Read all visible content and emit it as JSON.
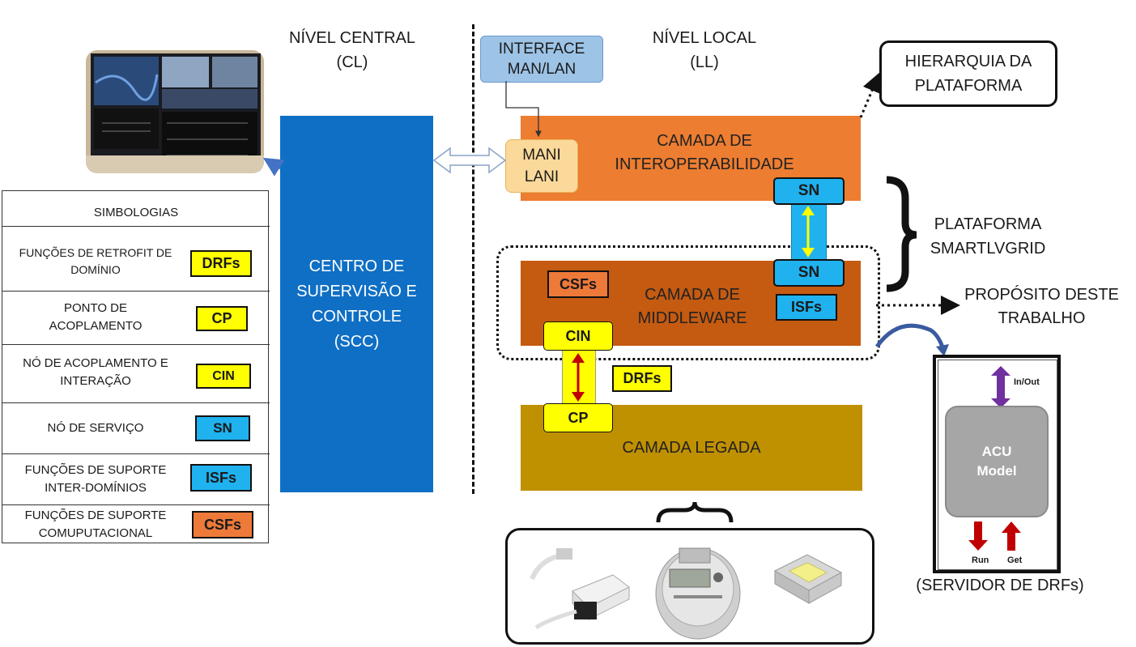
{
  "headers": {
    "central_line1": "NÍVEL CENTRAL",
    "central_line2": "(CL)",
    "local_line1": "NÍVEL LOCAL",
    "local_line2": "(LL)"
  },
  "interface_box": {
    "line1": "INTERFACE",
    "line2": "MAN/LAN"
  },
  "mani_box": {
    "line1": "MANI",
    "line2": "LANI"
  },
  "scc": {
    "line1": "CENTRO DE",
    "line2": "SUPERVISÃO E",
    "line3": "CONTROLE",
    "line4": "(SCC)"
  },
  "layers": {
    "interop_line1": "CAMADA DE",
    "interop_line2": "INTEROPERABILIDADE",
    "middleware_line1": "CAMADA DE",
    "middleware_line2": "MIDDLEWARE",
    "legacy": "CAMADA LEGADA"
  },
  "tags": {
    "sn_top": "SN",
    "sn_bottom": "SN",
    "csfs": "CSFs",
    "isfs": "ISFs",
    "cin": "CIN",
    "cp": "CP",
    "drfs": "DRFs"
  },
  "hierarchy": {
    "line1": "HIERARQUIA DA",
    "line2": "PLATAFORMA"
  },
  "platform": {
    "line1": "PLATAFORMA",
    "line2": "SMARTLVGRID"
  },
  "purpose": {
    "line1": "PROPÓSITO DESTE",
    "line2": "TRABALHO"
  },
  "legend": {
    "title": "SIMBOLOGIAS",
    "rows": [
      {
        "line1": "FUNÇÕES DE RETROFIT DE",
        "line2": "DOMÍNIO",
        "tag": "DRFs"
      },
      {
        "line1": "PONTO  DE",
        "line2": "ACOPLAMENTO",
        "tag": "CP"
      },
      {
        "line1": "NÓ DE ACOPLAMENTO  E",
        "line2": "INTERAÇÃO",
        "tag": "CIN"
      },
      {
        "line1": "NÓ DE SERVIÇO",
        "line2": "",
        "tag": "SN"
      },
      {
        "line1": "FUNÇÕES DE SUPORTE",
        "line2": "INTER-DOMÍNIOS",
        "tag": "ISFs"
      },
      {
        "line1": "FUNÇÕES DE SUPORTE",
        "line2": "COMUPUTACIONAL",
        "tag": "CSFs"
      }
    ]
  },
  "server": {
    "in_out": "In/Out",
    "acu_line1": "ACU",
    "acu_line2": "Model",
    "run": "Run",
    "get": "Get",
    "caption": "(SERVIDOR DE DRFs)"
  },
  "colors": {
    "scc_blue": "#0f6fc4",
    "interop_orange": "#ed7d31",
    "middleware_orange": "#c55a11",
    "legacy_gold": "#bf9000",
    "yellow": "#ffff00",
    "light_blue": "#1fb2ef"
  },
  "icons": [
    "control-room-photo",
    "led-driver-photo",
    "smart-meter-photo",
    "led-chip-photo",
    "curly-brace",
    "double-arrow-icon"
  ]
}
